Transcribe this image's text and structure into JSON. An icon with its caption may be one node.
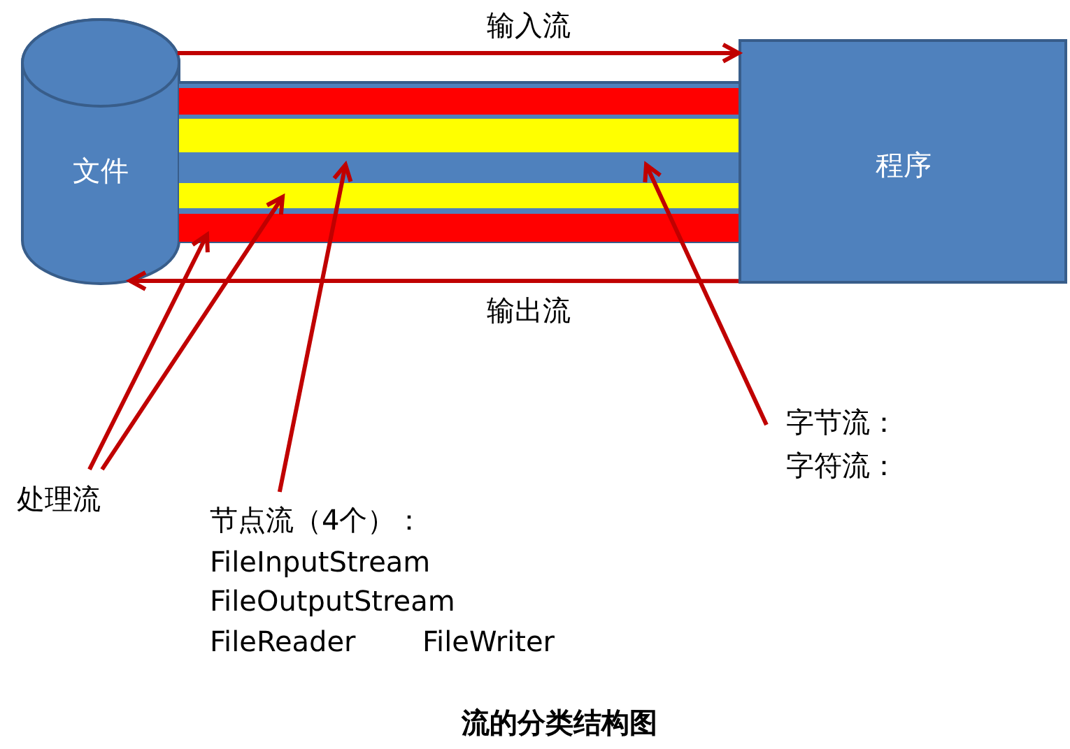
{
  "diagram": {
    "caption": "流的分类结构图",
    "nodes": [
      {
        "text": [
          "文件"
        ]
      },
      {
        "text": [
          "程序"
        ]
      },
      {
        "text": [],
        "shape": "bar"
      },
      {
        "text": [],
        "shape": "bar",
        "in": 2
      },
      {
        "text": [],
        "shape": "bar",
        "in": 2
      },
      {
        "text": [],
        "shape": "bar",
        "in": 2
      },
      {
        "text": [],
        "shape": "bar",
        "in": 2
      },
      {
        "text": [
          "处理流"
        ]
      },
      {
        "text": [
          "节点流（4个）：",
          "FileInputStream",
          "FileOutputStream",
          "FileReader",
          "FileWriter"
        ]
      },
      {
        "text": [
          "字节流：",
          "字符流："
        ]
      }
    ],
    "edges": [
      {
        "from": 0,
        "to": 1,
        "arrow": "to",
        "label": "输入流"
      },
      {
        "from": 1,
        "to": 0,
        "arrow": "to",
        "label": "输出流"
      },
      {
        "from": 7,
        "to": 6,
        "arrow": "to"
      },
      {
        "from": 7,
        "to": 5,
        "arrow": "to"
      },
      {
        "from": 8,
        "to": 2,
        "arrow": "to"
      },
      {
        "from": 9,
        "to": 2,
        "arrow": "to"
      }
    ]
  }
}
